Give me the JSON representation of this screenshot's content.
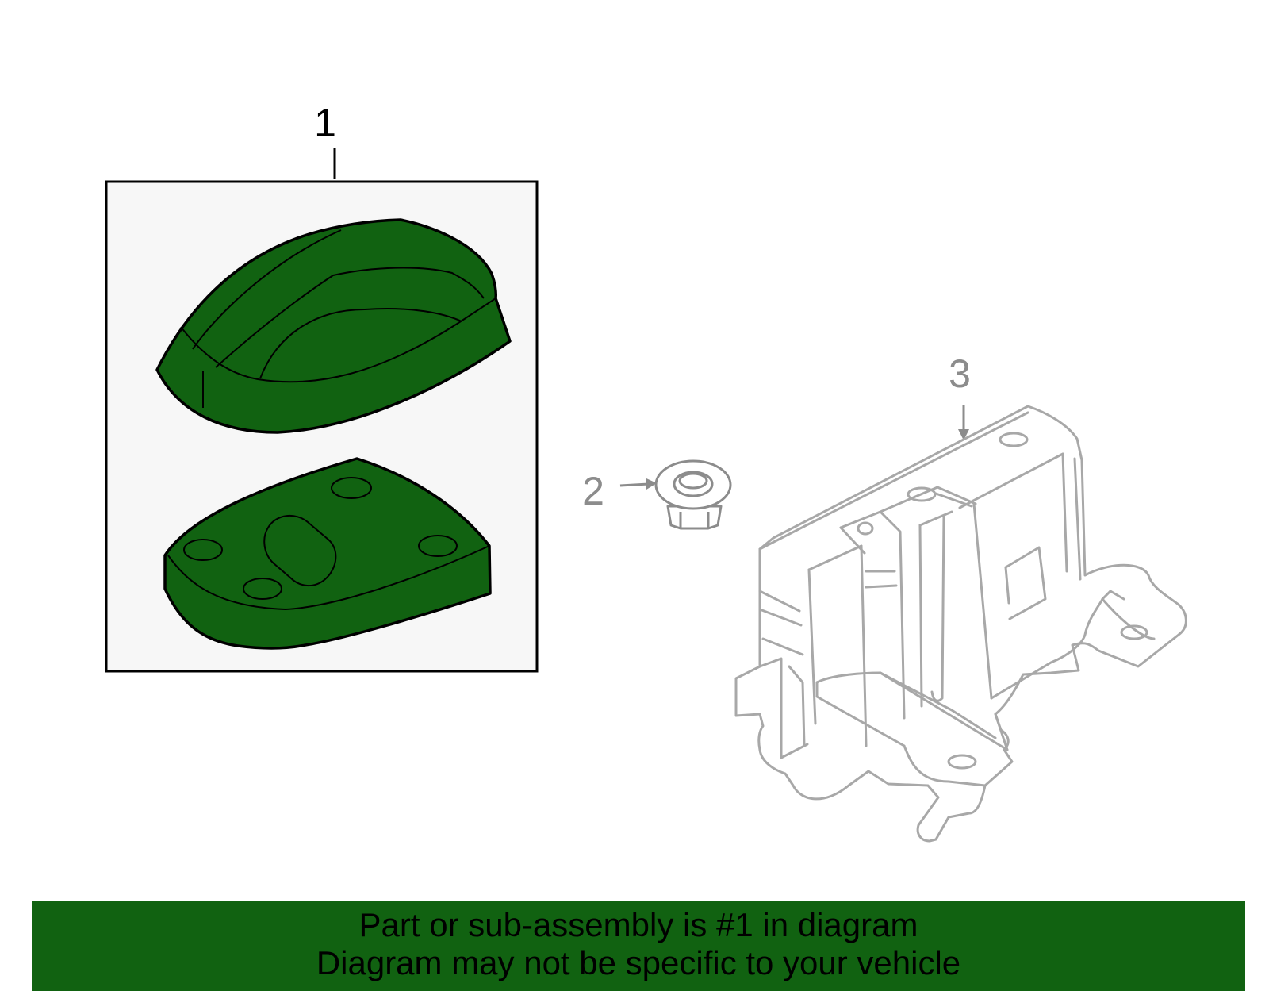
{
  "callouts": {
    "part_1": "1",
    "part_2": "2",
    "part_3": "3"
  },
  "banner": {
    "line1": "Part or sub-assembly is #1 in diagram",
    "line2": "Diagram may not be specific to your vehicle"
  },
  "colors": {
    "highlight_green": "#116211",
    "outline_grey": "#8c8c8c",
    "panel_background": "#f7f7f7"
  }
}
